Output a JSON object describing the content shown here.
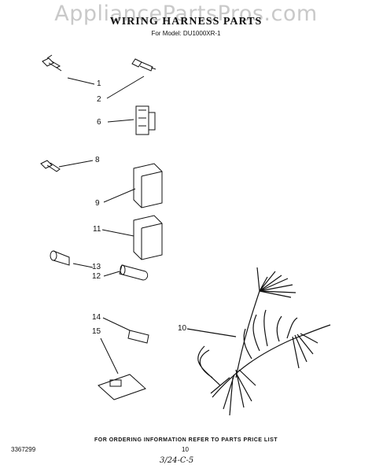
{
  "watermark": "AppliancePartsPros.com",
  "header": {
    "title": "WIRING HARNESS PARTS",
    "model_line": "For Model: DU1000XR-1"
  },
  "callouts": [
    "1",
    "2",
    "6",
    "8",
    "9",
    "11",
    "13",
    "12",
    "14",
    "15",
    "10"
  ],
  "footer": {
    "note": "FOR ORDERING INFORMATION REFER TO PARTS PRICE LIST",
    "doc_number": "3367299",
    "page_number": "10",
    "handwritten": "3/24-C-5"
  }
}
